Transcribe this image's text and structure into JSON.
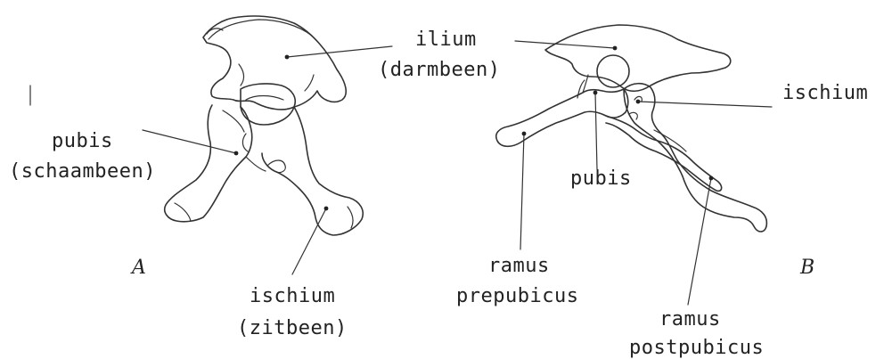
{
  "figure_a": {
    "letter": "A",
    "ilium_label": "ilium",
    "ilium_dutch": "(darmbeen)",
    "pubis_label": "pubis",
    "pubis_dutch": "(schaambeen)",
    "ischium_label": "ischium",
    "ischium_dutch": "(zitbeen)"
  },
  "figure_b": {
    "letter": "B",
    "ischium_label": "ischium",
    "pubis_label": "pubis",
    "ramus_prepubicus_line1": "ramus",
    "ramus_prepubicus_line2": "prepubicus",
    "ramus_postpubicus_line1": "ramus",
    "ramus_postpubicus_line2": "postpubicus"
  }
}
